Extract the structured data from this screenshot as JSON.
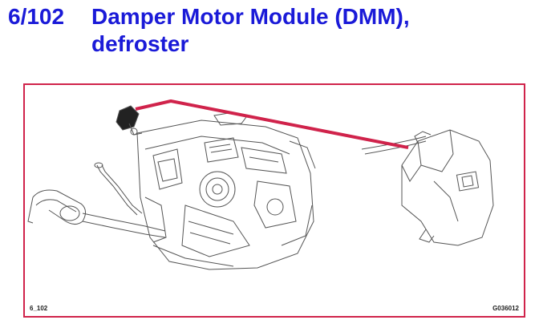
{
  "heading": {
    "number": "6/102",
    "title_line1": "Damper Motor Module (DMM),",
    "title_line2": "defroster"
  },
  "figure": {
    "label_left": "6_102",
    "label_right": "G036012",
    "callout_color": "#d0234b",
    "frame_color": "#d0234b",
    "heading_color": "#1a1ad8"
  }
}
